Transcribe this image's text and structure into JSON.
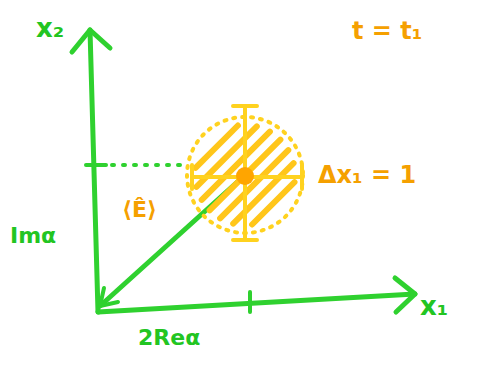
{
  "diagram": {
    "labels": [
      "t = t₁",
      "x₂",
      "Imα",
      "⟨Ê⟩",
      "Δx₁ = 1",
      "2Reα",
      "x₁"
    ]
  }
}
